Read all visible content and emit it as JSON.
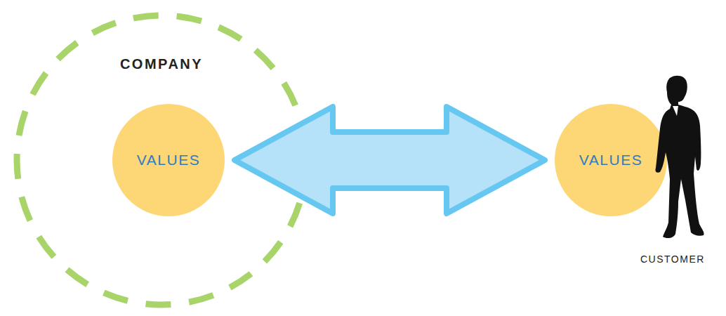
{
  "diagram": {
    "nodes": [
      {
        "text": [
          "COMPANY"
        ]
      },
      {
        "text": [
          "VALUES"
        ],
        "in": 0
      },
      {
        "text": [
          "VALUES"
        ]
      }
    ],
    "edges": [
      {
        "from": 1,
        "to": 2,
        "arrow": "both"
      }
    ],
    "labels": [
      "CUSTOMER"
    ]
  }
}
